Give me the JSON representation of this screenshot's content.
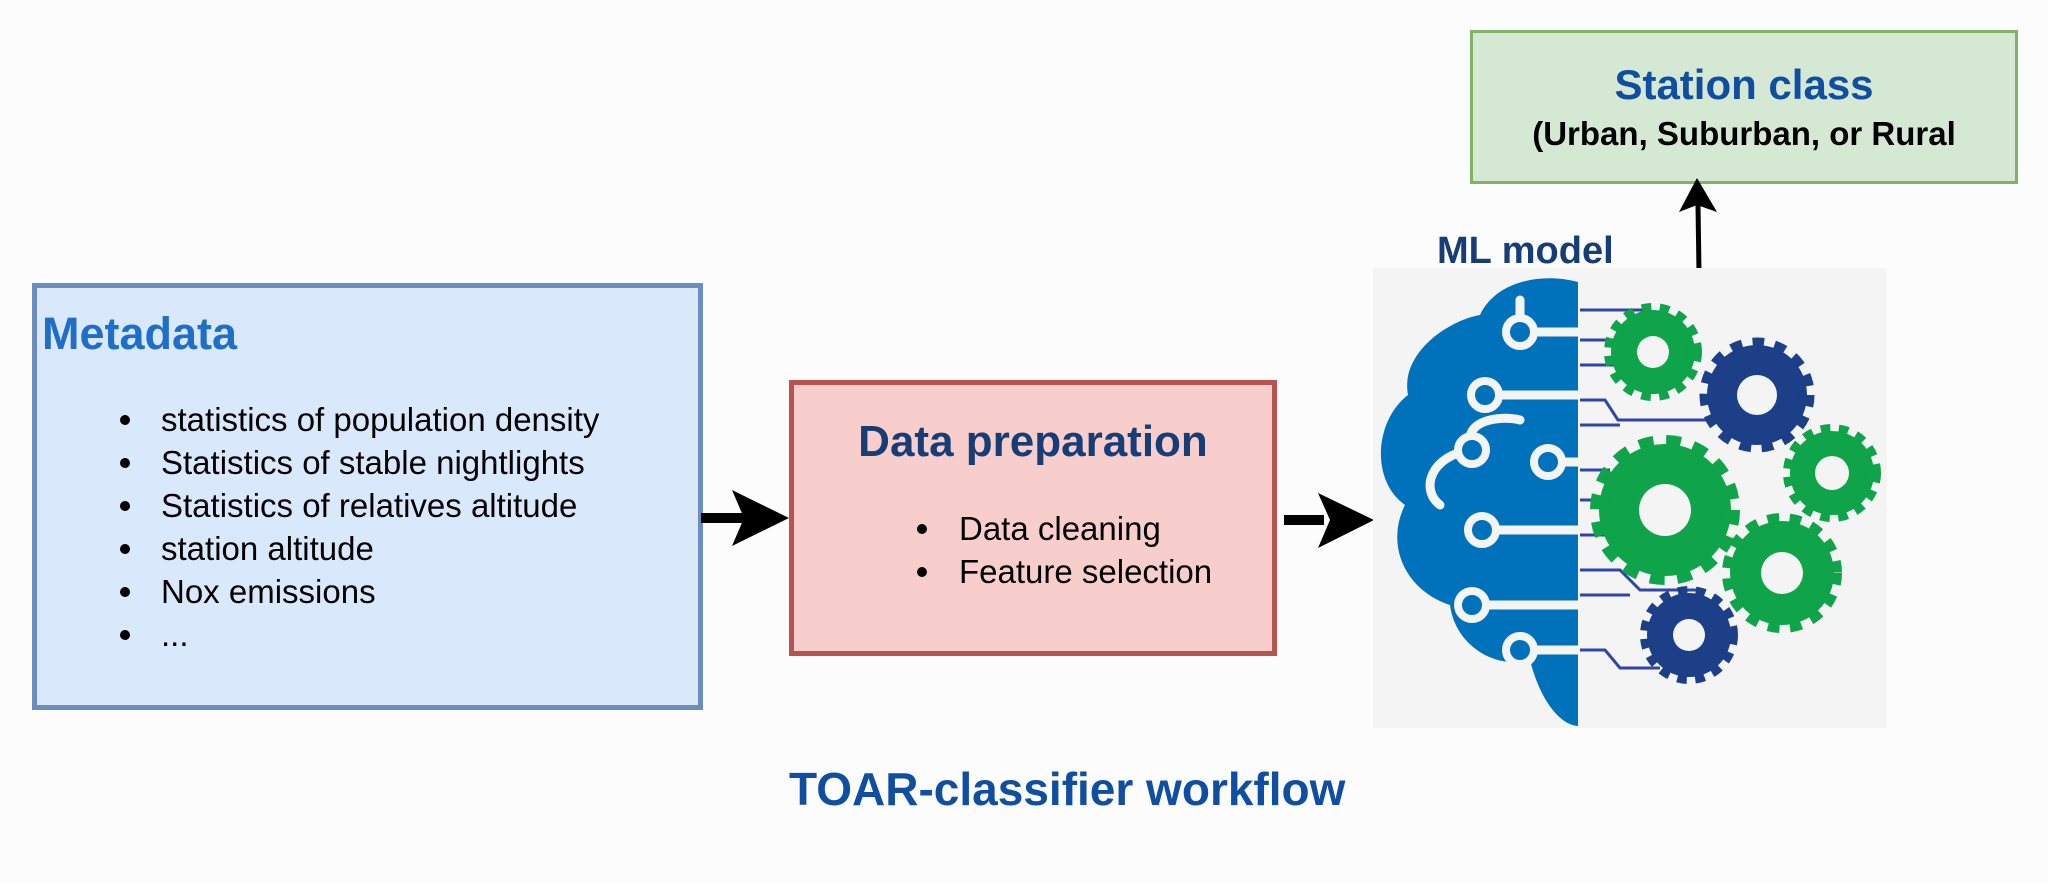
{
  "metadata": {
    "title": "Metadata",
    "items": [
      "statistics of population density",
      "Statistics of stable nightlights",
      "Statistics of relatives altitude",
      "station altitude",
      "Nox emissions",
      "..."
    ]
  },
  "data_preparation": {
    "title": "Data preparation",
    "items": [
      "Data cleaning",
      "Feature selection"
    ]
  },
  "ml_model": {
    "label": "ML model"
  },
  "station_class": {
    "title": "Station class",
    "subtitle": "(Urban, Suburban, or Rural"
  },
  "caption": "TOAR-classifier workflow",
  "colors": {
    "metadata_fill": "#dae8fc",
    "metadata_border": "#6c8ebf",
    "prep_fill": "#f8cecc",
    "prep_border": "#b85450",
    "station_fill": "#d5e8d4",
    "station_border": "#82b366",
    "brain_blue": "#0072bc",
    "gear_green": "#0fa34a",
    "gear_navy": "#1c3f88"
  },
  "icons": [
    "arrow-right-icon",
    "arrow-up-icon",
    "brain-gears-icon"
  ]
}
